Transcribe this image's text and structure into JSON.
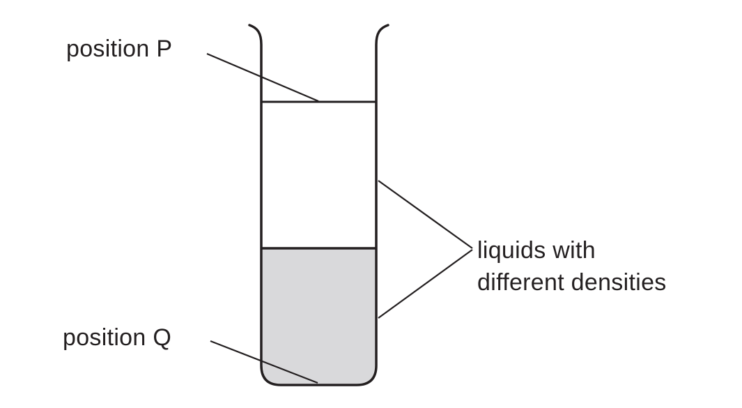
{
  "diagram": {
    "description": "Tall container holding two liquids with different densities; upper liquid is clear, lower liquid is shaded",
    "labels": {
      "position_p": "position P",
      "position_q": "position Q",
      "liquids_line1": "liquids with",
      "liquids_line2": "different densities"
    },
    "colors": {
      "line": "#231f20",
      "liquid_fill": "#d9d9db",
      "background": "#ffffff"
    }
  }
}
